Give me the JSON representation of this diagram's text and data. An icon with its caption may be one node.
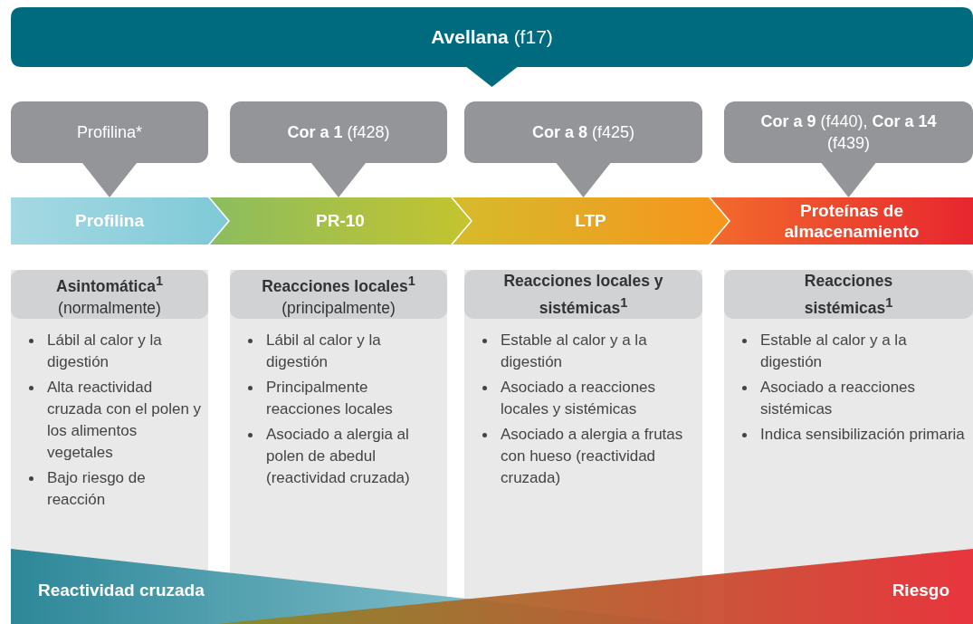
{
  "diagram": {
    "nodes": [
      {
        "text": [
          "**Avellana** (f17)"
        ]
      },
      {
        "text": [
          "Profilina*"
        ]
      },
      {
        "text": [
          "**Cor a 1** (f428)"
        ]
      },
      {
        "text": [
          "**Cor a 8** (f425)"
        ]
      },
      {
        "text": [
          "**Cor a 9** (f440), **Cor a 14** (f439)"
        ]
      },
      {
        "text": [
          "Profilina"
        ]
      },
      {
        "text": [
          "PR-10"
        ]
      },
      {
        "text": [
          "LTP"
        ]
      },
      {
        "text": [
          "Proteínas de almacenamiento"
        ]
      },
      {
        "text": [
          "**Asintomática$^{1}$** (normalmente)",
          "Lábil al calor y la digestión",
          "Alta reactividad cruzada con el polen y los alimentos vegetales",
          "Bajo riesgo de reacción"
        ]
      },
      {
        "text": [
          "**Reacciones locales$^{1}$** (principalmente)",
          "Lábil al calor y la digestión",
          "Principalmente reacciones locales",
          "Asociado a alergia al polen de abedul (reactividad cruzada)"
        ]
      },
      {
        "text": [
          "**Reacciones locales y sistémicas$^{1}$**",
          "Estable al calor y a la digestión",
          "Asociado a reacciones locales y sistémicas",
          "Asociado a alergia a frutas con hueso (reactividad cruzada)"
        ]
      },
      {
        "text": [
          "**Reacciones sistémicas$^{1}$**",
          "Estable al calor y a la digestión",
          "Asociado a reacciones sistémicas",
          "Indica sensibilización primaria"
        ]
      }
    ],
    "labels": [
      "Reactividad cruzada",
      "Riesgo"
    ],
    "edges": [
      {
        "from": 1,
        "to": 5,
        "arrow": "to"
      },
      {
        "from": 2,
        "to": 6,
        "arrow": "to"
      },
      {
        "from": 3,
        "to": 7,
        "arrow": "to"
      },
      {
        "from": 4,
        "to": 8,
        "arrow": "to"
      }
    ]
  }
}
